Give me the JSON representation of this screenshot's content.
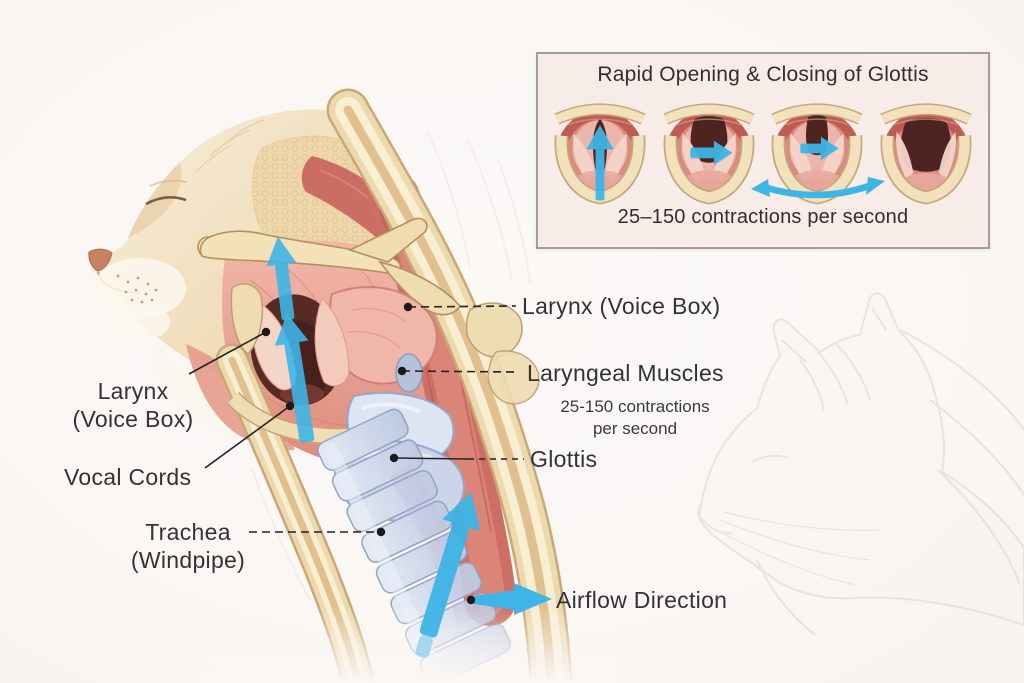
{
  "inset": {
    "title": "Rapid Opening & Closing of Glottis",
    "caption": "25–150 contractions per second",
    "figures": [
      {
        "name": "glottis-stage-nearly-closed",
        "arrow_icon": "up-arrow-icon"
      },
      {
        "name": "glottis-stage-opening",
        "arrow_icon": "right-arrow-icon"
      },
      {
        "name": "glottis-stage-half-open",
        "arrow_icon": "right-arrow-icon"
      },
      {
        "name": "glottis-stage-fully-open",
        "arrow_icon": "none"
      }
    ],
    "oscillation_icon": "double-headed-arrow-icon"
  },
  "labels": {
    "larynx_left_1": "Larynx",
    "larynx_left_2": "(Voice Box)",
    "vocal_cords": "Vocal Cords",
    "trachea_1": "Trachea",
    "trachea_2": "(Windpipe)",
    "larynx_right": "Larynx (Voice Box)",
    "laryngeal_muscles": "Laryngeal Muscles",
    "laryngeal_sub_1": "25-150 contractions",
    "laryngeal_sub_2": "per second",
    "glottis": "Glottis",
    "airflow": "Airflow Direction"
  },
  "colors": {
    "background": "#faf7f5",
    "arrow_blue": "#3eb5e6",
    "bone_cream": "#f1e1bd",
    "muscle_red": "#cd6f64",
    "muscle_pink": "#eba698",
    "trachea_blue_gray": "#cbd4e9",
    "glottis_opening_dark": "#4e2420",
    "label_text": "#333333",
    "inset_background": "#f8ece8",
    "inset_border": "#a49c97"
  }
}
